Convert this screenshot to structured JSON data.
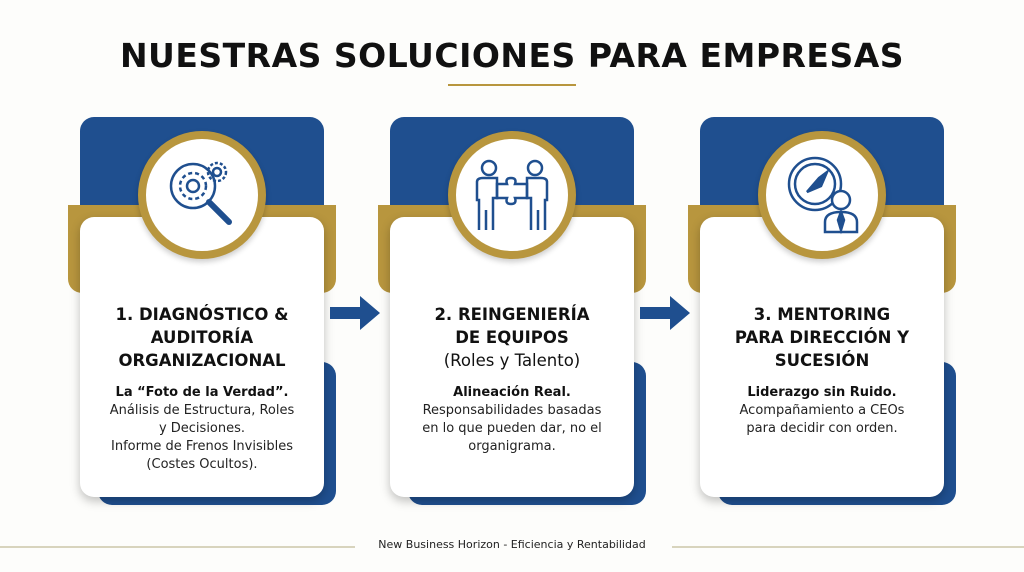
{
  "title": "NUESTRAS SOLUCIONES PARA EMPRESAS",
  "cards": [
    {
      "icon": "gear-magnifier-icon",
      "title_lines": [
        "1. DIAGNÓSTICO &",
        "AUDITORÍA",
        "ORGANIZACIONAL"
      ],
      "lead": "La “Foto de la Verdad”.",
      "body": [
        "Análisis de Estructura, Roles",
        "y Decisiones.",
        "Informe de Frenos Invisibles",
        "(Costes Ocultos)."
      ]
    },
    {
      "icon": "people-puzzle-icon",
      "title_lines": [
        "2. REINGENIERÍA",
        "DE EQUIPOS"
      ],
      "subtitle": "(Roles y Talento)",
      "lead": "Alineación Real.",
      "body": [
        "Responsabilidades basadas",
        "en lo que pueden dar, no el",
        "organigrama."
      ]
    },
    {
      "icon": "compass-executive-icon",
      "title_lines": [
        "3. MENTORING",
        "PARA DIRECCIÓN Y",
        "SUCESIÓN"
      ],
      "lead": "Liderazgo sin Ruido.",
      "body": [
        "Acompañamiento a CEOs",
        "para decidir con orden."
      ]
    }
  ],
  "footer": "New Business Horizon - Eficiencia y Rentabilidad",
  "colors": {
    "blue": "#1f4f8f",
    "gold": "#b8963e"
  }
}
